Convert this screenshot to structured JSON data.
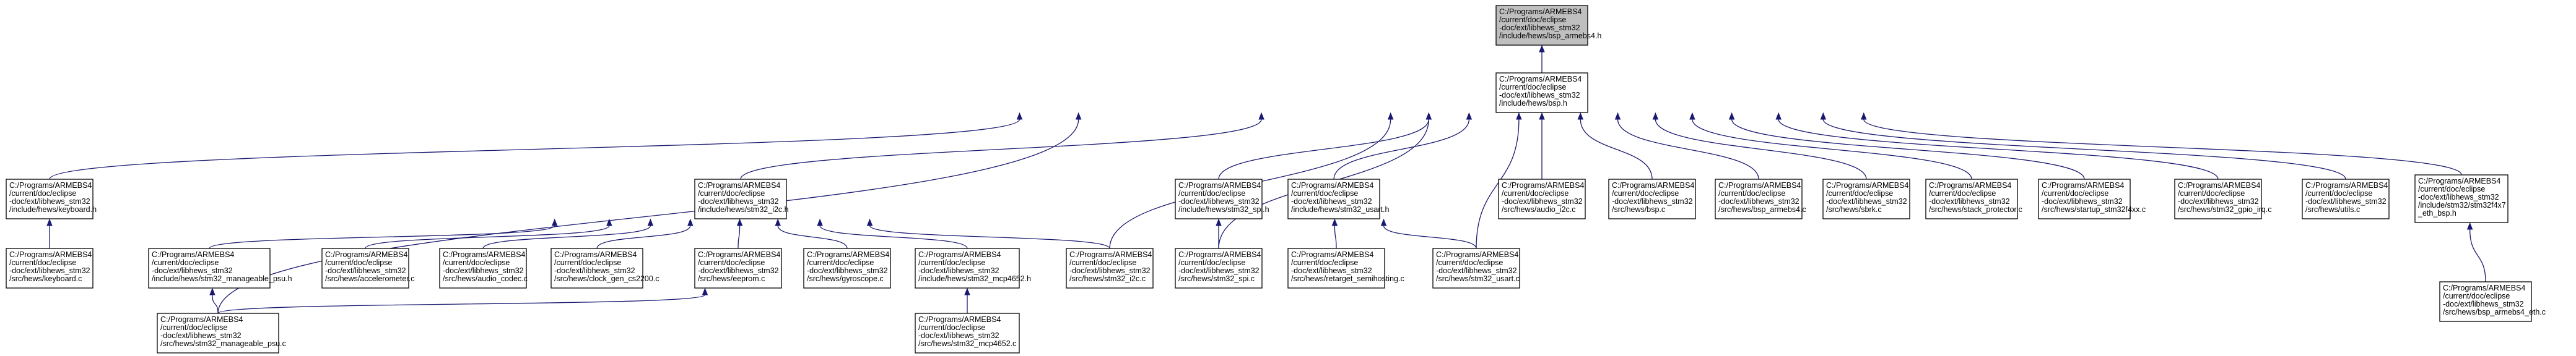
{
  "graph": {
    "nodes": [
      {
        "id": "bsp_armebs4_h",
        "lines": [
          "C:/Programs/ARMEBS4",
          "/current/doc/eclipse",
          "-doc/ext/libhews_stm32",
          "/include/hews/bsp_armebs4.h"
        ]
      },
      {
        "id": "bsp_h",
        "lines": [
          "C:/Programs/ARMEBS4",
          "/current/doc/eclipse",
          "-doc/ext/libhews_stm32",
          "/include/hews/bsp.h"
        ]
      },
      {
        "id": "keyboard_h",
        "lines": [
          "C:/Programs/ARMEBS4",
          "/current/doc/eclipse",
          "-doc/ext/libhews_stm32",
          "/include/hews/keyboard.h"
        ]
      },
      {
        "id": "stm32_i2c_h",
        "lines": [
          "C:/Programs/ARMEBS4",
          "/current/doc/eclipse",
          "-doc/ext/libhews_stm32",
          "/include/hews/stm32_i2c.h"
        ]
      },
      {
        "id": "stm32_i2c_c",
        "lines": [
          "C:/Programs/ARMEBS4",
          "/current/doc/eclipse",
          "-doc/ext/libhews_stm32",
          "/src/hews/stm32_i2c.c"
        ]
      },
      {
        "id": "stm32_spi_h",
        "lines": [
          "C:/Programs/ARMEBS4",
          "/current/doc/eclipse",
          "-doc/ext/libhews_stm32",
          "/include/hews/stm32_spi.h"
        ]
      },
      {
        "id": "stm32_usart_h",
        "lines": [
          "C:/Programs/ARMEBS4",
          "/current/doc/eclipse",
          "-doc/ext/libhews_stm32",
          "/include/hews/stm32_usart.h"
        ]
      },
      {
        "id": "audio_i2c_c",
        "lines": [
          "C:/Programs/ARMEBS4",
          "/current/doc/eclipse",
          "-doc/ext/libhews_stm32",
          "/src/hews/audio_i2c.c"
        ]
      },
      {
        "id": "bsp_c",
        "lines": [
          "C:/Programs/ARMEBS4",
          "/current/doc/eclipse",
          "-doc/ext/libhews_stm32",
          "/src/hews/bsp.c"
        ]
      },
      {
        "id": "bsp_armebs4_c",
        "lines": [
          "C:/Programs/ARMEBS4",
          "/current/doc/eclipse",
          "-doc/ext/libhews_stm32",
          "/src/hews/bsp_armebs4.c"
        ]
      },
      {
        "id": "sbrk_c",
        "lines": [
          "C:/Programs/ARMEBS4",
          "/current/doc/eclipse",
          "-doc/ext/libhews_stm32",
          "/src/hews/sbrk.c"
        ]
      },
      {
        "id": "stack_protector_c",
        "lines": [
          "C:/Programs/ARMEBS4",
          "/current/doc/eclipse",
          "-doc/ext/libhews_stm32",
          "/src/hews/stack_protector.c"
        ]
      },
      {
        "id": "startup_stm32f4xx_c",
        "lines": [
          "C:/Programs/ARMEBS4",
          "/current/doc/eclipse",
          "-doc/ext/libhews_stm32",
          "/src/hews/startup_stm32f4xx.c"
        ]
      },
      {
        "id": "stm32_gpio_irq_c",
        "lines": [
          "C:/Programs/ARMEBS4",
          "/current/doc/eclipse",
          "-doc/ext/libhews_stm32",
          "/src/hews/stm32_gpio_irq.c"
        ]
      },
      {
        "id": "utils_c",
        "lines": [
          "C:/Programs/ARMEBS4",
          "/current/doc/eclipse",
          "-doc/ext/libhews_stm32",
          "/src/hews/utils.c"
        ]
      },
      {
        "id": "stm32f4x7_eth_bsp_h",
        "lines": [
          "C:/Programs/ARMEBS4",
          "/current/doc/eclipse",
          "-doc/ext/libhews_stm32",
          "/include/stm32/stm32f4x7",
          "_eth_bsp.h"
        ]
      },
      {
        "id": "keyboard_c",
        "lines": [
          "C:/Programs/ARMEBS4",
          "/current/doc/eclipse",
          "-doc/ext/libhews_stm32",
          "/src/hews/keyboard.c"
        ]
      },
      {
        "id": "stm32_manageable_psu_h",
        "lines": [
          "C:/Programs/ARMEBS4",
          "/current/doc/eclipse",
          "-doc/ext/libhews_stm32",
          "/include/hews/stm32_manageable_psu.h"
        ]
      },
      {
        "id": "accelerometer_c",
        "lines": [
          "C:/Programs/ARMEBS4",
          "/current/doc/eclipse",
          "-doc/ext/libhews_stm32",
          "/src/hews/accelerometer.c"
        ]
      },
      {
        "id": "audio_codec_c",
        "lines": [
          "C:/Programs/ARMEBS4",
          "/current/doc/eclipse",
          "-doc/ext/libhews_stm32",
          "/src/hews/audio_codec.c"
        ]
      },
      {
        "id": "clock_gen_cs2200_c",
        "lines": [
          "C:/Programs/ARMEBS4",
          "/current/doc/eclipse",
          "-doc/ext/libhews_stm32",
          "/src/hews/clock_gen_cs2200.c"
        ]
      },
      {
        "id": "eeprom_c",
        "lines": [
          "C:/Programs/ARMEBS4",
          "/current/doc/eclipse",
          "-doc/ext/libhews_stm32",
          "/src/hews/eeprom.c"
        ]
      },
      {
        "id": "gyroscope_c",
        "lines": [
          "C:/Programs/ARMEBS4",
          "/current/doc/eclipse",
          "-doc/ext/libhews_stm32",
          "/src/hews/gyroscope.c"
        ]
      },
      {
        "id": "stm32_mcp4652_h",
        "lines": [
          "C:/Programs/ARMEBS4",
          "/current/doc/eclipse",
          "-doc/ext/libhews_stm32",
          "/include/hews/stm32_mcp4652.h"
        ]
      },
      {
        "id": "stm32_spi_c",
        "lines": [
          "C:/Programs/ARMEBS4",
          "/current/doc/eclipse",
          "-doc/ext/libhews_stm32",
          "/src/hews/stm32_spi.c"
        ]
      },
      {
        "id": "retarget_semihosting_c",
        "lines": [
          "C:/Programs/ARMEBS4",
          "/current/doc/eclipse",
          "-doc/ext/libhews_stm32",
          "/src/hews/retarget_semihosting.c"
        ]
      },
      {
        "id": "stm32_usart_c",
        "lines": [
          "C:/Programs/ARMEBS4",
          "/current/doc/eclipse",
          "-doc/ext/libhews_stm32",
          "/src/hews/stm32_usart.c"
        ]
      },
      {
        "id": "bsp_armebs4_eth_c",
        "lines": [
          "C:/Programs/ARMEBS4",
          "/current/doc/eclipse",
          "-doc/ext/libhews_stm32",
          "/src/hews/bsp_armebs4_eth.c"
        ]
      },
      {
        "id": "stm32_manageable_psu_c",
        "lines": [
          "C:/Programs/ARMEBS4",
          "/current/doc/eclipse",
          "-doc/ext/libhews_stm32",
          "/src/hews/stm32_manageable_psu.c"
        ]
      },
      {
        "id": "stm32_mcp4652_c",
        "lines": [
          "C:/Programs/ARMEBS4",
          "/current/doc/eclipse",
          "-doc/ext/libhews_stm32",
          "/src/hews/stm32_mcp4652.c"
        ]
      }
    ],
    "edges": [
      {
        "from": "bsp_h",
        "to": "bsp_armebs4_h"
      },
      {
        "from": "keyboard_h",
        "to": "bsp_h"
      },
      {
        "from": "stm32_i2c_h",
        "to": "bsp_h"
      },
      {
        "from": "stm32_i2c_c",
        "to": "bsp_h"
      },
      {
        "from": "stm32_spi_h",
        "to": "bsp_h"
      },
      {
        "from": "stm32_usart_h",
        "to": "bsp_h"
      },
      {
        "from": "audio_i2c_c",
        "to": "bsp_h"
      },
      {
        "from": "bsp_c",
        "to": "bsp_h"
      },
      {
        "from": "bsp_armebs4_c",
        "to": "bsp_h"
      },
      {
        "from": "sbrk_c",
        "to": "bsp_h"
      },
      {
        "from": "stack_protector_c",
        "to": "bsp_h"
      },
      {
        "from": "startup_stm32f4xx_c",
        "to": "bsp_h"
      },
      {
        "from": "stm32_gpio_irq_c",
        "to": "bsp_h"
      },
      {
        "from": "utils_c",
        "to": "bsp_h"
      },
      {
        "from": "stm32f4x7_eth_bsp_h",
        "to": "bsp_h"
      },
      {
        "from": "stm32_manageable_psu_c",
        "to": "bsp_h"
      },
      {
        "from": "stm32_spi_c",
        "to": "bsp_h"
      },
      {
        "from": "stm32_usart_c",
        "to": "bsp_h"
      },
      {
        "from": "keyboard_c",
        "to": "keyboard_h"
      },
      {
        "from": "stm32_manageable_psu_h",
        "to": "stm32_i2c_h"
      },
      {
        "from": "accelerometer_c",
        "to": "stm32_i2c_h"
      },
      {
        "from": "audio_codec_c",
        "to": "stm32_i2c_h"
      },
      {
        "from": "clock_gen_cs2200_c",
        "to": "stm32_i2c_h"
      },
      {
        "from": "eeprom_c",
        "to": "stm32_i2c_h"
      },
      {
        "from": "gyroscope_c",
        "to": "stm32_i2c_h"
      },
      {
        "from": "stm32_mcp4652_h",
        "to": "stm32_i2c_h"
      },
      {
        "from": "stm32_i2c_c",
        "to": "stm32_i2c_h"
      },
      {
        "from": "stm32_spi_c",
        "to": "stm32_spi_h"
      },
      {
        "from": "retarget_semihosting_c",
        "to": "stm32_usart_h"
      },
      {
        "from": "stm32_usart_c",
        "to": "stm32_usart_h"
      },
      {
        "from": "bsp_armebs4_eth_c",
        "to": "stm32f4x7_eth_bsp_h"
      },
      {
        "from": "stm32_manageable_psu_c",
        "to": "stm32_manageable_psu_h"
      },
      {
        "from": "stm32_manageable_psu_c",
        "to": "stm32_mcp4652_h"
      },
      {
        "from": "stm32_mcp4652_c",
        "to": "stm32_mcp4652_h"
      }
    ]
  }
}
